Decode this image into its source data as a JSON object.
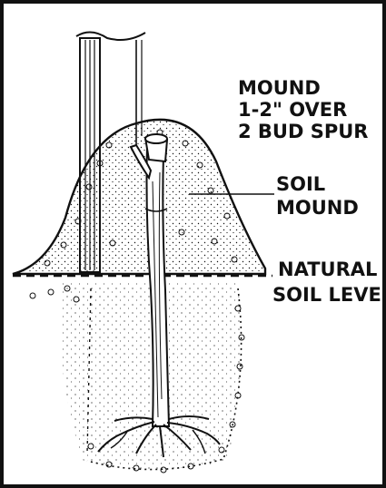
{
  "labels": {
    "mound_line1": "MOUND",
    "mound_line2": "1-2\" OVER",
    "mound_line3": "2 BUD SPUR",
    "soil_line1": "SOIL",
    "soil_line2": "MOUND",
    "natural_line1": "NATURAL",
    "natural_line2": "SOIL LEVEL"
  },
  "colors": {
    "ink": "#111111",
    "paper": "#ffffff"
  }
}
